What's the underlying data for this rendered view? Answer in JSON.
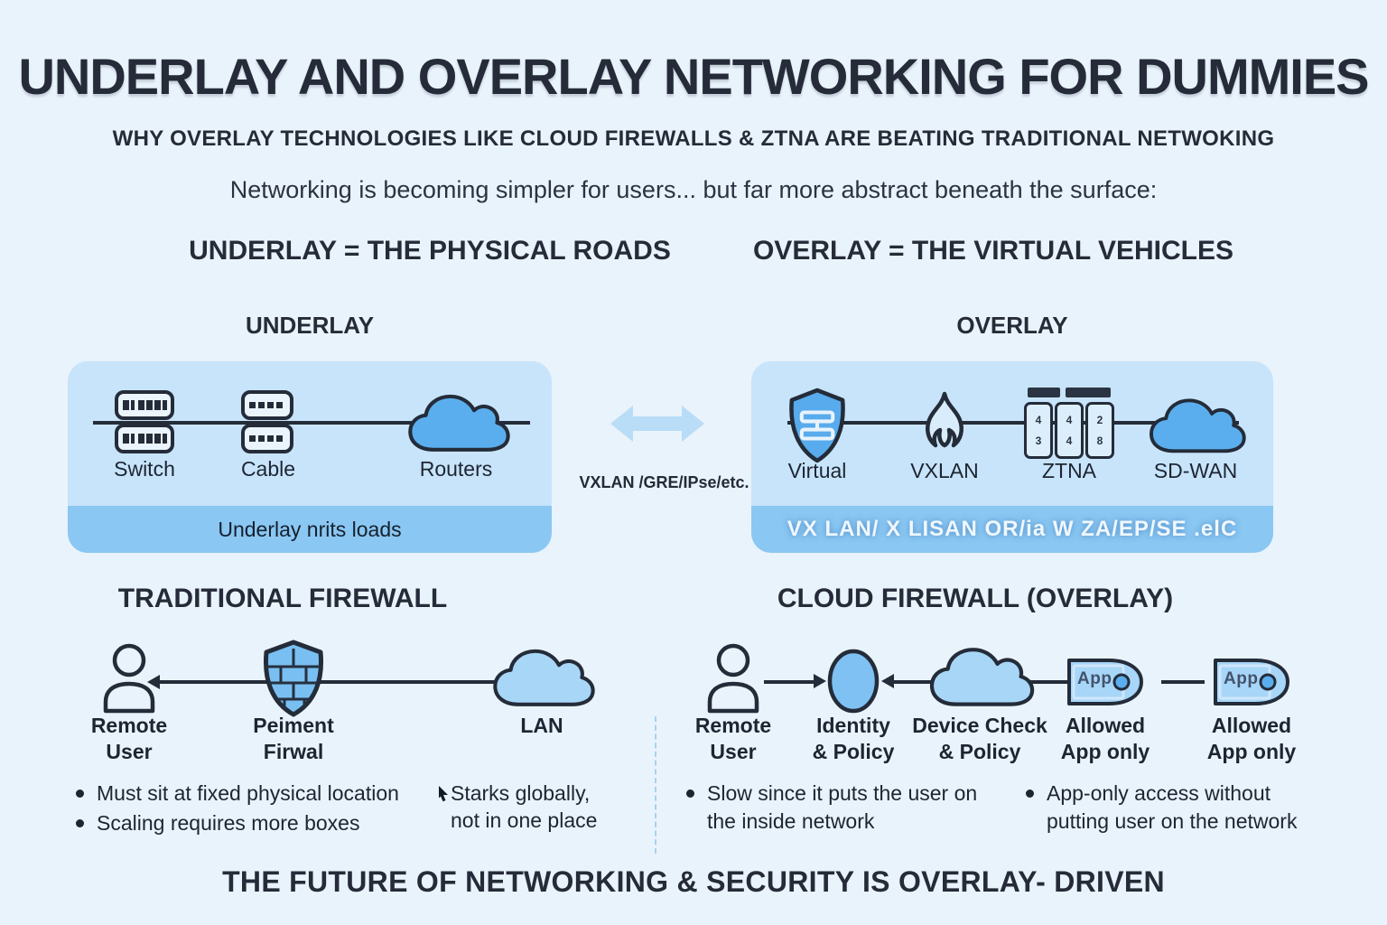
{
  "page": {
    "title": "UNDERLAY AND OVERLAY NETWORKING FOR DUMMIES",
    "subtitle": "WHY OVERLAY TECHNOLOGIES LIKE CLOUD FIREWALLS & ZTNA ARE BEATING TRADITIONAL NETWOKING",
    "tagline": "Networking is becoming simpler for users... but far more abstract beneath the surface:",
    "footer": "THE FUTURE OF NETWORKING & SECURITY IS OVERLAY- DRIVEN"
  },
  "columns": {
    "underlay": "UNDERLAY = THE PHYSICAL ROADS",
    "overlay": "OVERLAY = THE VIRTUAL VEHICLES"
  },
  "underlay_panel": {
    "label": "UNDERLAY",
    "nodes": [
      {
        "icon": "switch-icon",
        "label": "Switch"
      },
      {
        "icon": "cable-icon",
        "label": "Cable"
      },
      {
        "icon": "cloud-icon",
        "label": "Routers"
      }
    ],
    "band_text": "Underlay nrits loads"
  },
  "bridge": {
    "arrow_icon": "double-arrow-icon",
    "label": "VXLAN /GRE/IPse/etc."
  },
  "overlay_panel": {
    "label": "OVERLAY",
    "nodes": [
      {
        "icon": "shield-icon",
        "label": "Virtual"
      },
      {
        "icon": "flame-icon",
        "label": "VXLAN"
      },
      {
        "icon": "rack-icon",
        "label": "ZTNA"
      },
      {
        "icon": "cloud-icon",
        "label": "SD-WAN"
      }
    ],
    "ztna_digits": [
      [
        "4",
        "3"
      ],
      [
        "4",
        "4"
      ],
      [
        "2",
        "8"
      ]
    ],
    "band_text": "VX LAN/ X LISAN OR/ia W ZA/EP/SE .elC"
  },
  "traditional": {
    "heading": "TRADITIONAL FIREWALL",
    "nodes": [
      {
        "icon": "person-icon",
        "lines": [
          "Remote",
          "User"
        ]
      },
      {
        "icon": "brick-firewall-icon",
        "lines": [
          "Peiment",
          "Firwal"
        ]
      },
      {
        "icon": "cloud-icon",
        "lines": [
          "LAN"
        ]
      }
    ],
    "bullets": [
      "Must sit at fixed physical location",
      "Scaling requires more boxes"
    ],
    "note": {
      "icon": "cursor-icon",
      "lines": [
        "Starks globally,",
        "not in one place"
      ]
    }
  },
  "cloud_firewall": {
    "heading": "CLOUD FIREWALL (OVERLAY)",
    "nodes": [
      {
        "icon": "person-icon",
        "lines": [
          "Remote",
          "User"
        ]
      },
      {
        "icon": "identity-ellipse-icon",
        "lines": [
          "Identity",
          "& Policy"
        ]
      },
      {
        "icon": "cloud-icon",
        "lines": [
          "Device Check",
          "& Policy"
        ]
      },
      {
        "icon": "app-pill-icon",
        "app_label": "App",
        "lines": [
          "Allowed",
          "App only"
        ]
      },
      {
        "icon": "app-pill-icon",
        "app_label": "App",
        "lines": [
          "Allowed",
          "App only"
        ]
      }
    ],
    "bullets": [
      {
        "lines": [
          "Slow since it puts the user on",
          "the inside network"
        ]
      },
      {
        "lines": [
          "App-only access without",
          "putting user on the network"
        ]
      }
    ]
  },
  "colors": {
    "background": "#e9f3fb",
    "panel": "#c8e4fa",
    "band": "#8ac7f2",
    "outline": "#242c39",
    "accent_blue": "#5aaeed",
    "light_cloud": "#a8d6f7",
    "bridge_arrow": "#b9dcf7"
  }
}
